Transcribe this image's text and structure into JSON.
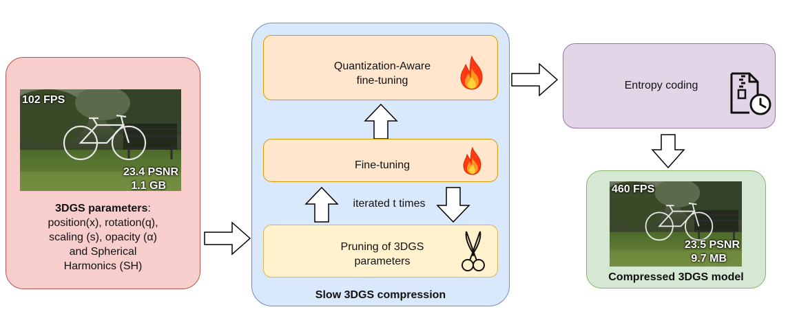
{
  "input": {
    "fps": "102 FPS",
    "psnr": "23.4 PSNR",
    "size": "1.1 GB",
    "title": "3DGS parameters",
    "title_suffix": ":",
    "line1": "position(x), rotation(q),",
    "line2": "scaling (s), opacity (α)",
    "line3": "and Spherical",
    "line4": "Harmonics (SH)"
  },
  "compression": {
    "title": "Slow 3DGS compression",
    "qat_line1": "Quantization-Aware",
    "qat_line2": "fine-tuning",
    "finetune": "Fine-tuning",
    "iterated": "iterated t times",
    "pruning_line1": "Pruning of 3DGS",
    "pruning_line2": "parameters"
  },
  "entropy": {
    "label": "Entropy coding"
  },
  "output": {
    "fps": "460 FPS",
    "psnr": "23.5 PSNR",
    "size": "9.7 MB",
    "title": "Compressed 3DGS model"
  },
  "icons": {
    "fire": "fire-icon",
    "scissors": "scissors-icon",
    "compressed_file": "compressed-file-clock-icon"
  },
  "colors": {
    "input_fill": "#f8cecc",
    "compression_fill": "#dae8fc",
    "stage_fill": "#ffe6cc",
    "pruning_fill": "#fff2cc",
    "entropy_fill": "#e1d5e7",
    "output_fill": "#d5e8d4"
  }
}
